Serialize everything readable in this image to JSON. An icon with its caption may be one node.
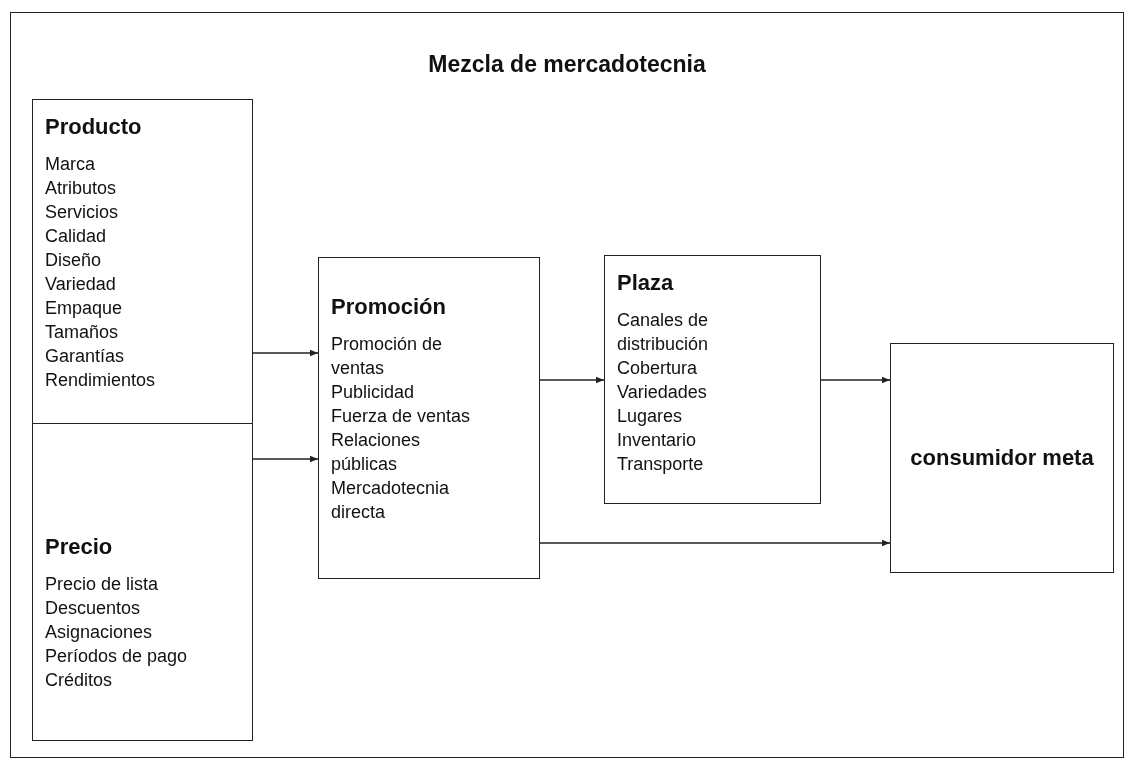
{
  "diagram": {
    "title": "Mezcla de mercadotecnia",
    "nodes": [
      {
        "text": [
          "Producto",
          "Marca",
          "Atributos",
          "Servicios",
          "Calidad",
          "Diseño",
          "Variedad",
          "Empaque",
          "Tamaños",
          "Garantías",
          "Rendimientos"
        ]
      },
      {
        "text": [
          "Precio",
          "Precio de lista",
          "Descuentos",
          "Asignaciones",
          "Períodos de pago",
          "Créditos"
        ]
      },
      {
        "text": [
          "Promoción",
          "Promoción de ventas",
          "Publicidad",
          "Fuerza de ventas",
          "Relaciones públicas",
          "Mercadotecnia directa"
        ]
      },
      {
        "text": [
          "Plaza",
          "Canales de distribución",
          "Cobertura",
          "Variedades",
          "Lugares",
          "Inventario",
          "Transporte"
        ]
      },
      {
        "text": [
          "consumidor meta"
        ]
      }
    ],
    "edges": [
      {
        "from": 0,
        "to": 2,
        "arrow": "to"
      },
      {
        "from": 1,
        "to": 2,
        "arrow": "to"
      },
      {
        "from": 2,
        "to": 3,
        "arrow": "to"
      },
      {
        "from": 3,
        "to": 4,
        "arrow": "to"
      },
      {
        "from": 2,
        "to": 4,
        "arrow": "to"
      }
    ]
  }
}
